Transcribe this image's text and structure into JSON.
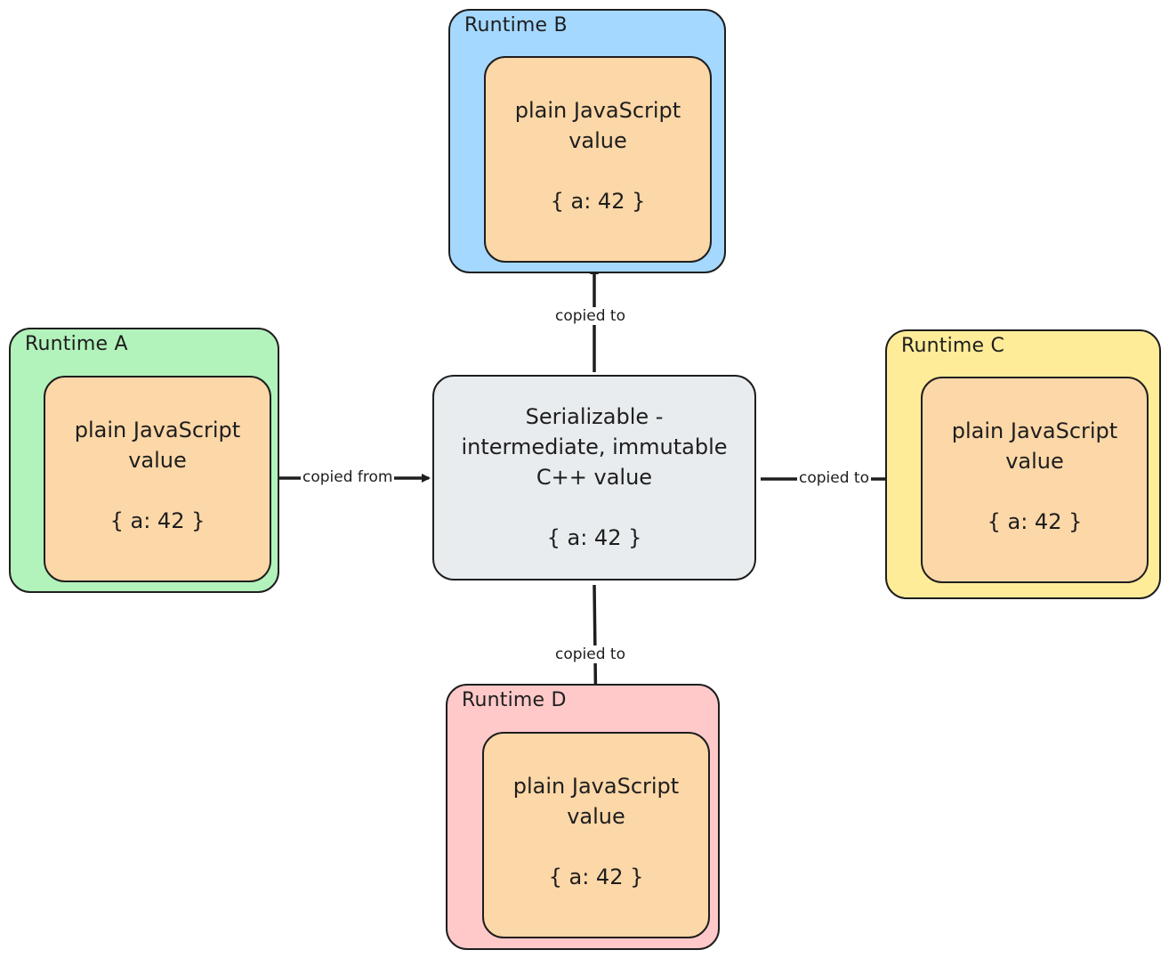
{
  "diagram": {
    "center": {
      "lines": [
        "Serializable -",
        "intermediate, immutable",
        "C++ value"
      ],
      "value": "{ a: 42 }",
      "fill": "#e8ecef"
    },
    "runtimes": [
      {
        "id": "A",
        "title": "Runtime A",
        "fill": "#b2f2bb",
        "inner": {
          "lines": [
            "plain JavaScript",
            "value"
          ],
          "value": "{ a: 42 }"
        }
      },
      {
        "id": "B",
        "title": "Runtime B",
        "fill": "#a5d8ff",
        "inner": {
          "lines": [
            "plain JavaScript",
            "value"
          ],
          "value": "{ a: 42 }"
        }
      },
      {
        "id": "C",
        "title": "Runtime C",
        "fill": "#ffec99",
        "inner": {
          "lines": [
            "plain JavaScript",
            "value"
          ],
          "value": "{ a: 42 }"
        }
      },
      {
        "id": "D",
        "title": "Runtime D",
        "fill": "#ffc9c9",
        "inner": {
          "lines": [
            "plain JavaScript",
            "value"
          ],
          "value": "{ a: 42 }"
        }
      }
    ],
    "inner_fill": "#fcd7a7",
    "edges": [
      {
        "from": "Runtime A",
        "to": "Serializable",
        "label": "copied from"
      },
      {
        "from": "Serializable",
        "to": "Runtime B",
        "label": "copied to"
      },
      {
        "from": "Serializable",
        "to": "Runtime C",
        "label": "copied to"
      },
      {
        "from": "Serializable",
        "to": "Runtime D",
        "label": "copied to"
      }
    ]
  }
}
